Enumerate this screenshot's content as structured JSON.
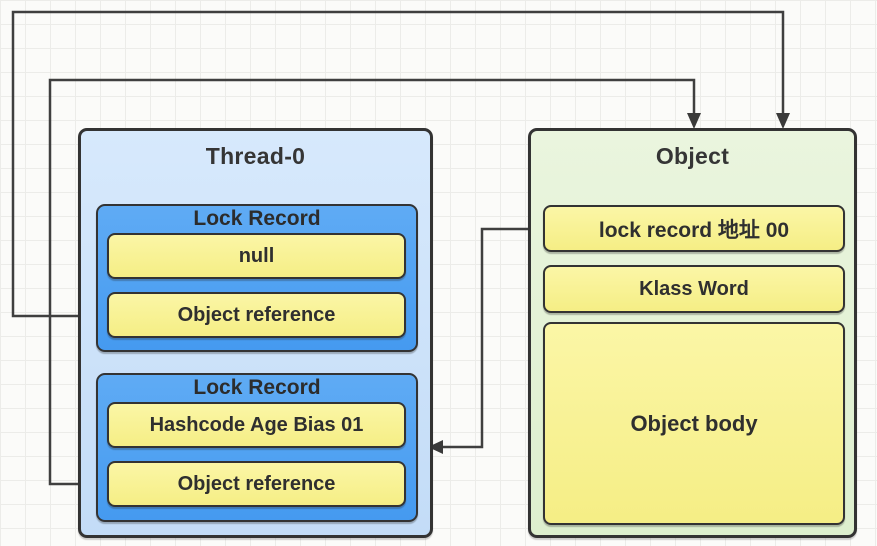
{
  "diagram": {
    "thread_box": {
      "title": "Thread-0",
      "lock_records": [
        {
          "title": "Lock Record",
          "slots": [
            "null",
            "Object reference"
          ]
        },
        {
          "title": "Lock Record",
          "slots": [
            "Hashcode Age Bias 01",
            "Object reference"
          ]
        }
      ]
    },
    "object_box": {
      "title": "Object",
      "slots": [
        "lock record 地址 00",
        "Klass Word",
        "Object body"
      ]
    },
    "arrows": [
      {
        "name": "objref1-to-object",
        "from": "Object reference (Lock Record 1)",
        "to": "Object (top)"
      },
      {
        "name": "objref2-to-object",
        "from": "Object reference (Lock Record 2)",
        "to": "Object (top)"
      },
      {
        "name": "lockrecord-addr-to-lockrecord2",
        "from": "lock record 地址 00",
        "to": "Lock Record 2"
      }
    ],
    "colors": {
      "thread_fill": "#cde3f9",
      "lock_record_fill": "#4ea1f1",
      "slot_fill": "#f8f293",
      "object_fill": "#e4f2d6",
      "border": "#333333",
      "arrow": "#3f3f3f",
      "text": "#2f2f2f",
      "grid": "#ecece9",
      "background": "#fbfbf9"
    }
  }
}
